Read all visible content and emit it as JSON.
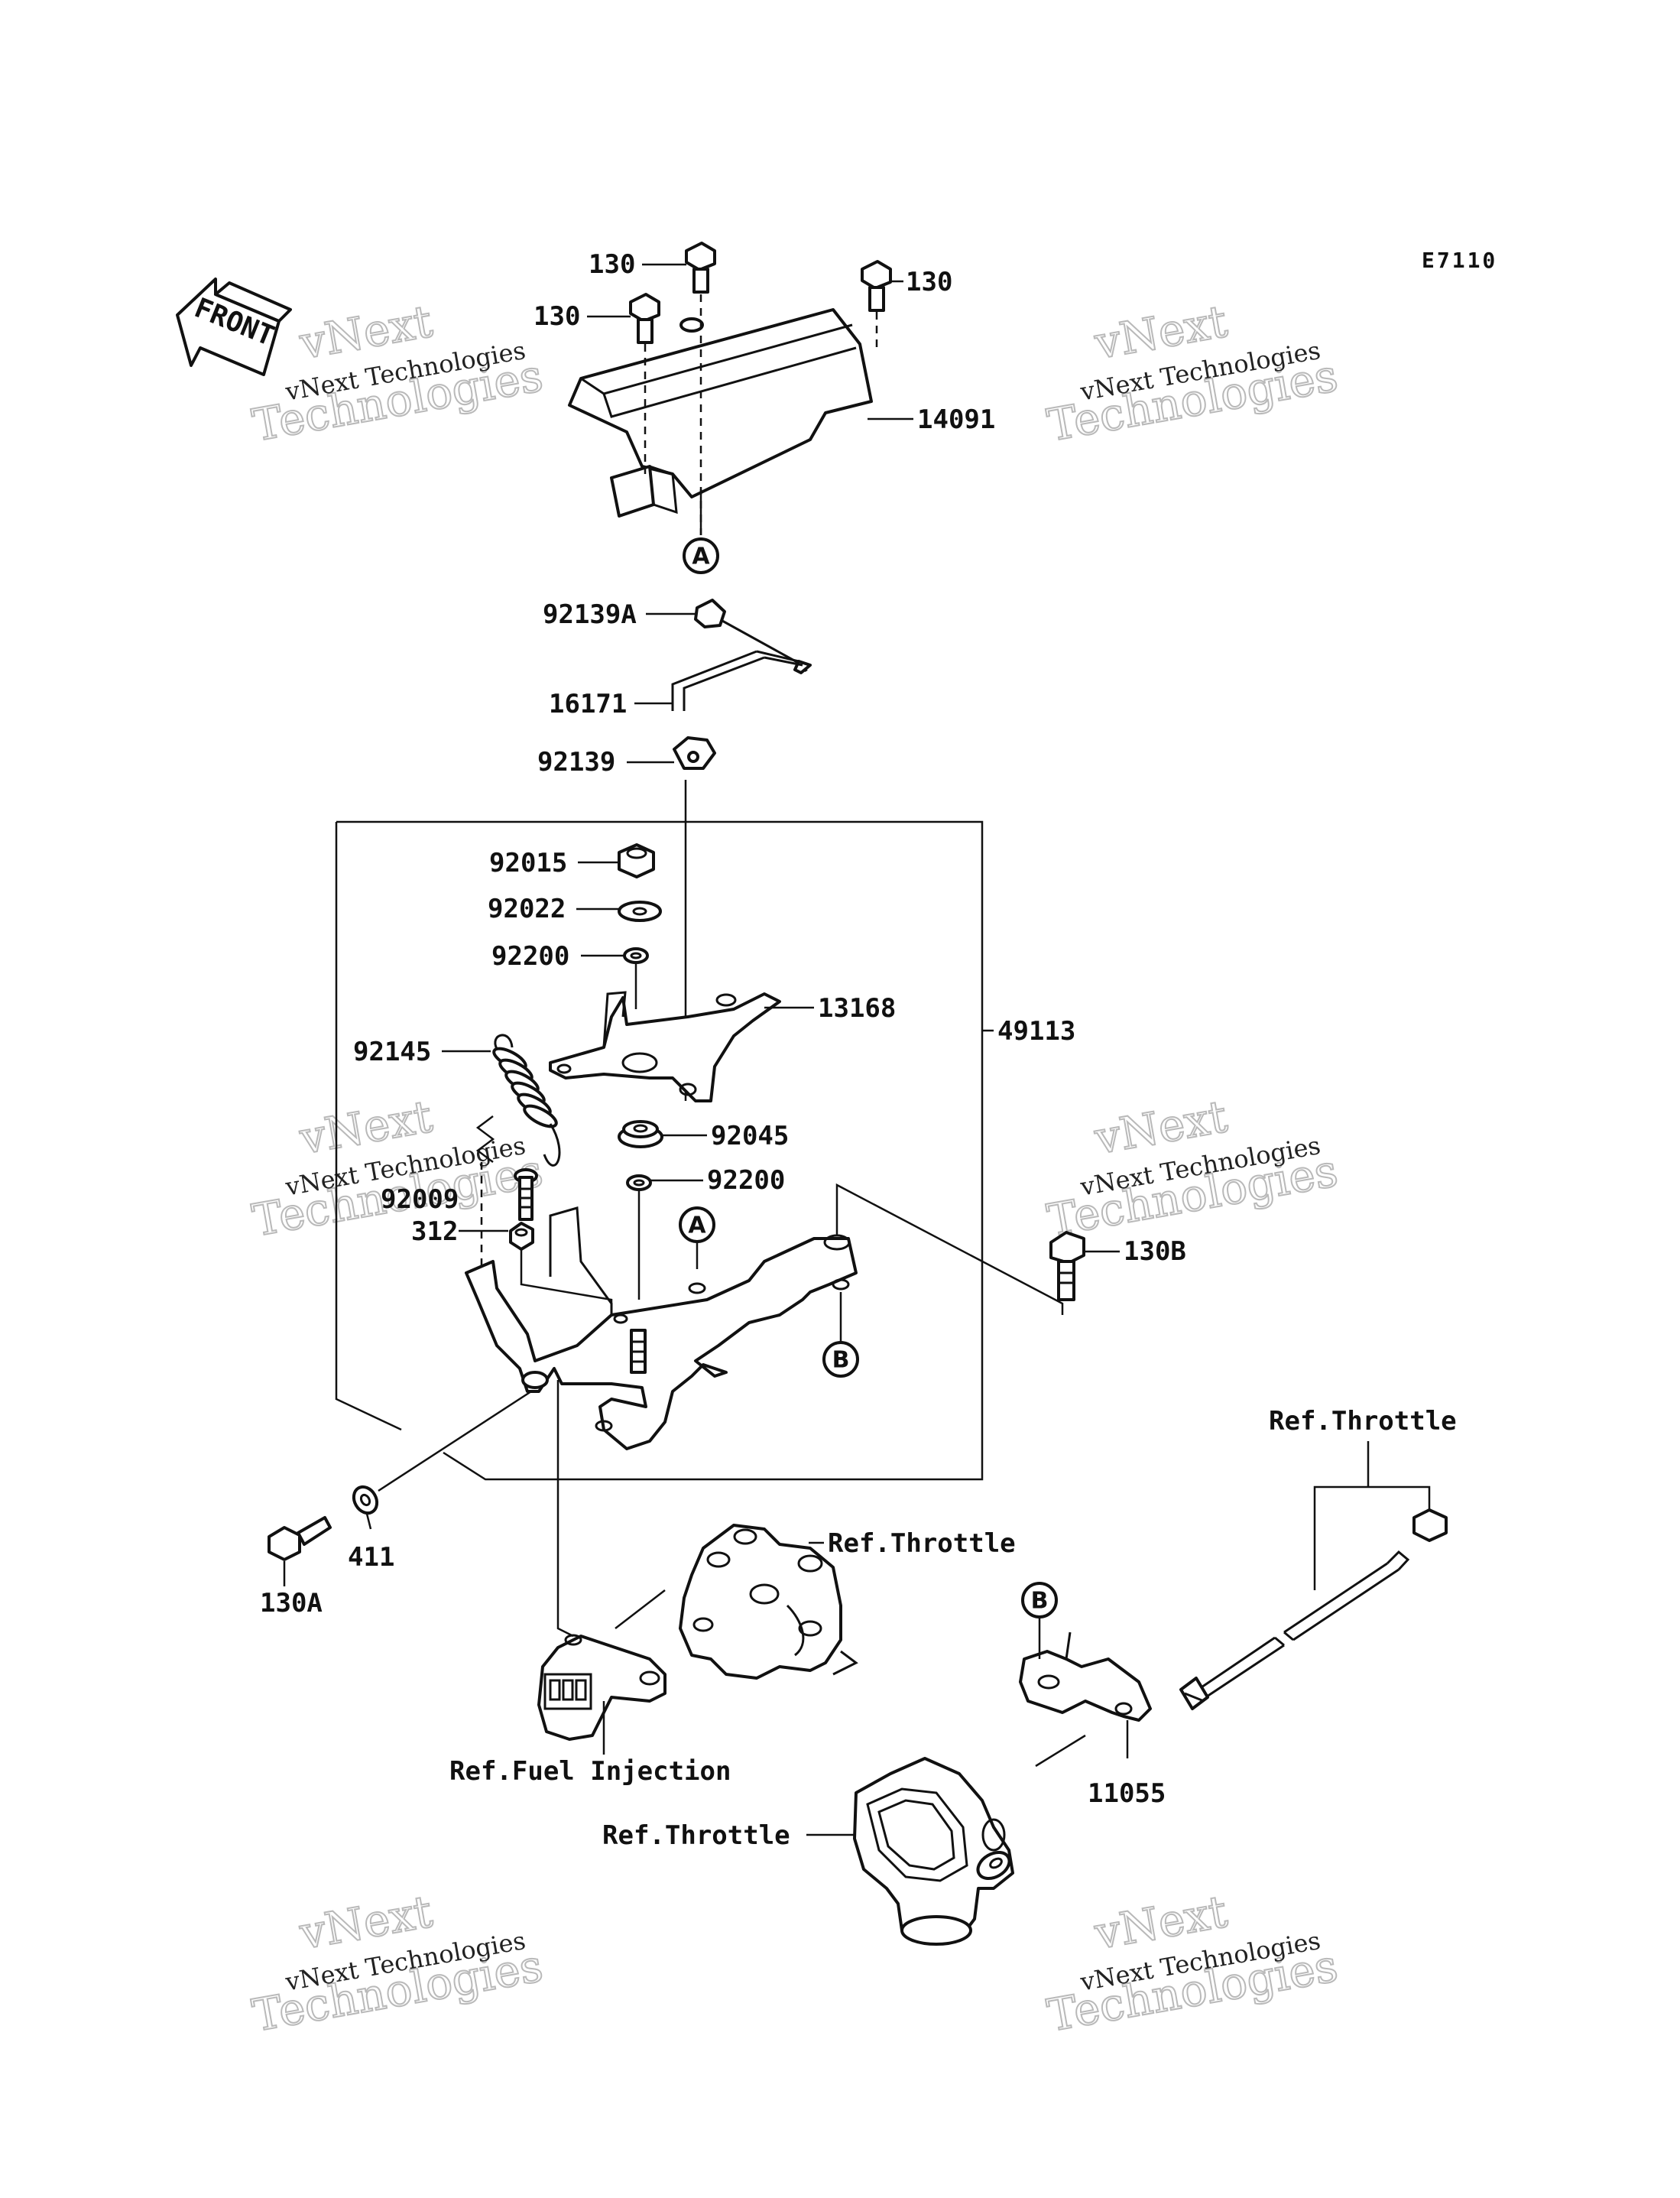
{
  "diagram_code": "E7110",
  "front_label": "FRONT",
  "watermark": {
    "line1": "vNext",
    "line2": "Technologies",
    "small": "vNext Technologies"
  },
  "parts": {
    "p130_a": "130",
    "p130_b": "130",
    "p130_c": "130",
    "p14091": "14091",
    "p92139A": "92139A",
    "p16171": "16171",
    "p92139": "92139",
    "p92015": "92015",
    "p92022": "92022",
    "p92200_a": "92200",
    "p13168": "13168",
    "p49113": "49113",
    "p92145": "92145",
    "p92045": "92045",
    "p92200_b": "92200",
    "p92009": "92009",
    "p312": "312",
    "p130B": "130B",
    "p411": "411",
    "p130A": "130A",
    "p11055": "11055"
  },
  "refs": {
    "throttle_top": "Ref.Throttle",
    "throttle_mid": "Ref.Throttle",
    "throttle_bottom": "Ref.Throttle",
    "fuel_injection": "Ref.Fuel Injection"
  },
  "markers": {
    "a_top": "A",
    "a_mid": "A",
    "b_mid": "B",
    "b_right": "B"
  }
}
